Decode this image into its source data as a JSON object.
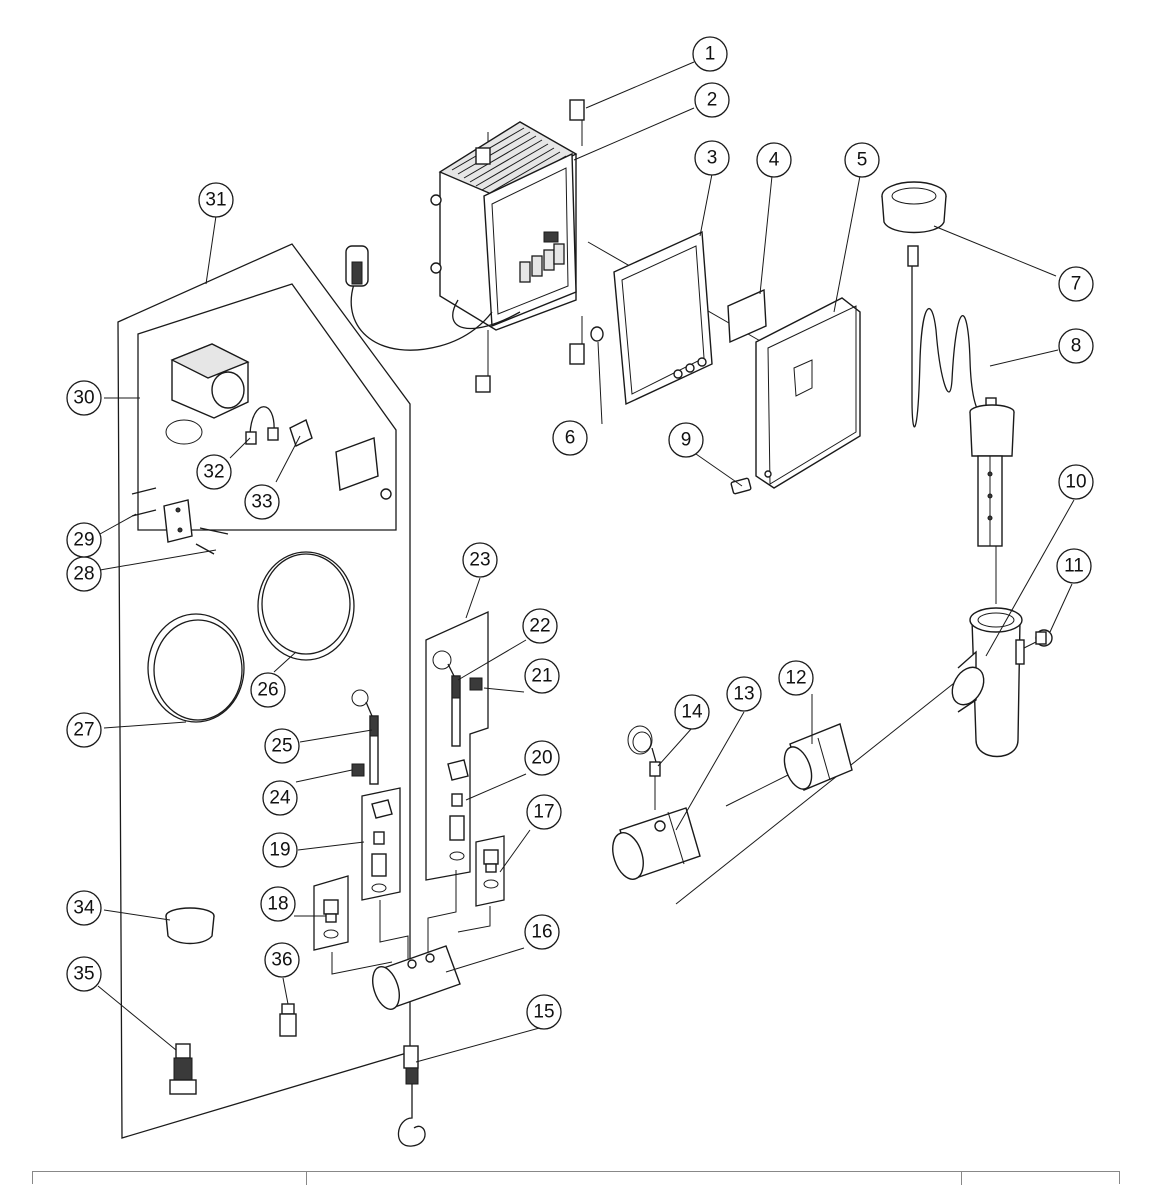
{
  "diagram": {
    "type": "exploded-parts-view",
    "part_numbers": [
      "1",
      "2",
      "3",
      "4",
      "5",
      "6",
      "7",
      "8",
      "9",
      "10",
      "11",
      "12",
      "13",
      "14",
      "15",
      "16",
      "17",
      "18",
      "19",
      "20",
      "21",
      "22",
      "23",
      "24",
      "25",
      "26",
      "27",
      "28",
      "29",
      "30",
      "31",
      "32",
      "33",
      "34",
      "35",
      "36"
    ]
  },
  "title_block": {
    "cell_1": "",
    "cell_2": "",
    "cell_3": ""
  }
}
